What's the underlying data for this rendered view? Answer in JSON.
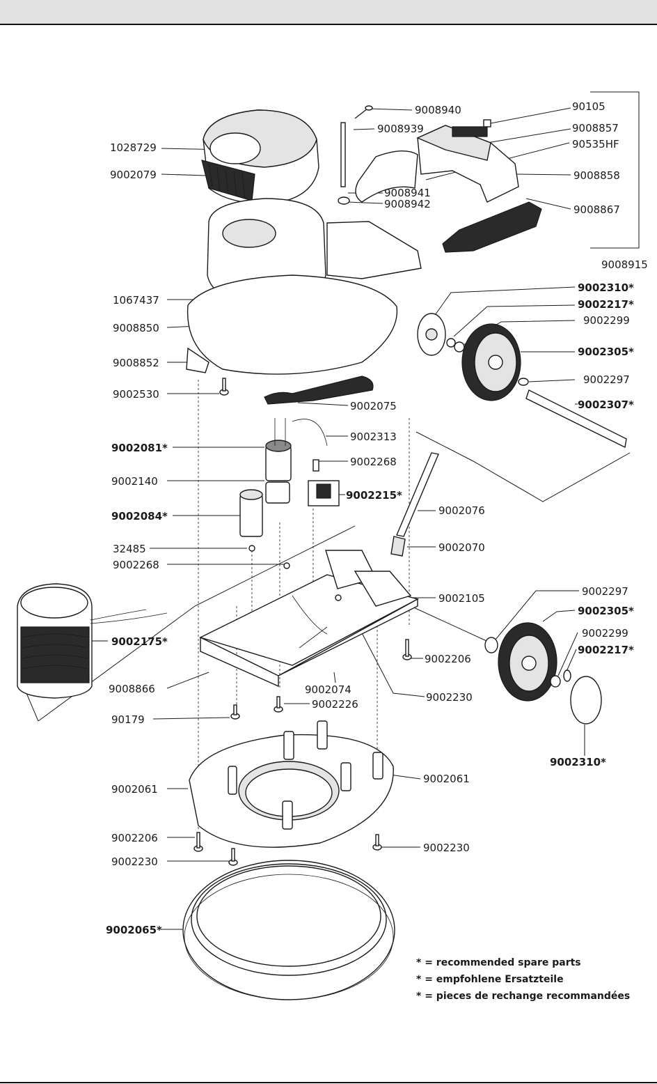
{
  "parts": {
    "p9008940": "9008940",
    "p90105": "90105",
    "p9008939": "9008939",
    "p9008857": "9008857",
    "p1028729": "1028729",
    "p90535HF": "90535HF",
    "p9002079": "9002079",
    "p9008858": "9008858",
    "p9008941": "9008941",
    "p9008942": "9008942",
    "p9008867": "9008867",
    "p9008915": "9008915",
    "p9002310a": "9002310*",
    "p1067437": "1067437",
    "p9002217a": "9002217*",
    "p9008850": "9008850",
    "p9002299a": "9002299",
    "p9008852": "9008852",
    "p9002305a": "9002305*",
    "p9002530": "9002530",
    "p9002297a": "9002297",
    "p9002075": "9002075",
    "p9002307": "9002307*",
    "p9002313": "9002313",
    "p9002081": "9002081*",
    "p9002268a": "9002268",
    "p9002140": "9002140",
    "p9002215": "9002215*",
    "p9002084": "9002084*",
    "p9002076": "9002076",
    "p32485": "32485",
    "p9002070": "9002070",
    "p9002268b": "9002268",
    "p9002105": "9002105",
    "p9002297b": "9002297",
    "p9002175": "9002175*",
    "p9002305b": "9002305*",
    "p9002299b": "9002299",
    "p9002206a": "9002206",
    "p9002217b": "9002217*",
    "p9008866": "9008866",
    "p9002074": "9002074",
    "p9002230a": "9002230",
    "p9002226": "9002226",
    "p90179": "90179",
    "p9002310b": "9002310*",
    "p9002061a": "9002061",
    "p9002061b": "9002061",
    "p9002206b": "9002206",
    "p9002230b": "9002230",
    "p9002230c": "9002230",
    "p9002065": "9002065*"
  },
  "legend": {
    "en": "* = recommended spare parts",
    "de": "* = empfohlene Ersatzteile",
    "fr": "* = pieces de rechange recommandées"
  }
}
